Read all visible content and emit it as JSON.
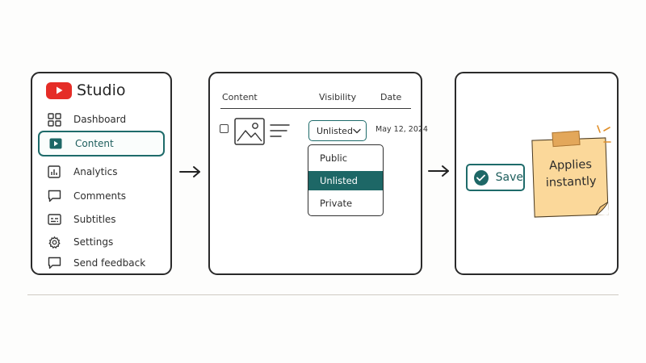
{
  "sidebar": {
    "logo_text": "Studio",
    "items": [
      {
        "label": "Dashboard",
        "icon": "dashboard-grid-icon"
      },
      {
        "label": "Content",
        "icon": "play-icon",
        "active": true
      },
      {
        "label": "Analytics",
        "icon": "bar-chart-icon"
      },
      {
        "label": "Comments",
        "icon": "comment-bubble-icon"
      },
      {
        "label": "Subtitles",
        "icon": "subtitles-icon"
      },
      {
        "label": "Settings",
        "icon": "gear-icon"
      },
      {
        "label": "Send feedback",
        "icon": "feedback-icon"
      }
    ]
  },
  "content_panel": {
    "columns": {
      "content": "Content",
      "visibility": "Visibility",
      "date": "Date"
    },
    "row": {
      "visibility_value": "Unlisted",
      "date": "May 12, 2024"
    },
    "dropdown_options": [
      "Public",
      "Unlisted",
      "Private"
    ],
    "selected_option": "Unlisted"
  },
  "save_panel": {
    "save_label": "Save",
    "note_text": "Applies instantly"
  },
  "colors": {
    "accent": "#1d6766",
    "brand_red": "#e52d27",
    "sticky_note": "#fbd89a"
  }
}
